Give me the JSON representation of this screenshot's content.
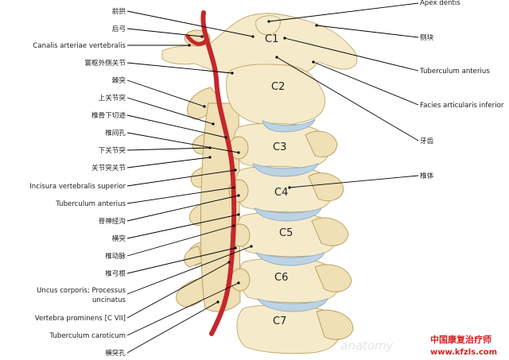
{
  "labels": {
    "left": [
      "前拱",
      "后弓",
      "Canalis arteriae vertebralis",
      "寰枢外侧关节",
      "棘突",
      "上关节突",
      "椎骨下切迹",
      "椎间孔",
      "下关节突",
      "关节突关节",
      "Incisura vertebralis superior",
      "Tuberculum anterius",
      "脊神经沟",
      "横突",
      "椎动脉",
      "椎弓根",
      "Uncus corporis; Processus uncinatus",
      "Vertebra prominens [C VII]",
      "Tuberculum caroticum",
      "横突孔"
    ],
    "right": [
      "Apex dentis",
      "侧块",
      "Tuberculum anterius",
      "Facies articularis inferior",
      "牙齿",
      "椎体"
    ]
  },
  "vertebrae": [
    "C1",
    "C2",
    "C3",
    "C4",
    "C5",
    "C6",
    "C7"
  ],
  "watermark": {
    "site_name": "中国康复治疗师",
    "site_url": "www.kfzls.com",
    "logo_text": "anatomy"
  },
  "colors": {
    "bone": "#f5ebcb",
    "disc": "#bcd3e4",
    "artery": "#c5272b",
    "watermark": "#d31f1f"
  }
}
